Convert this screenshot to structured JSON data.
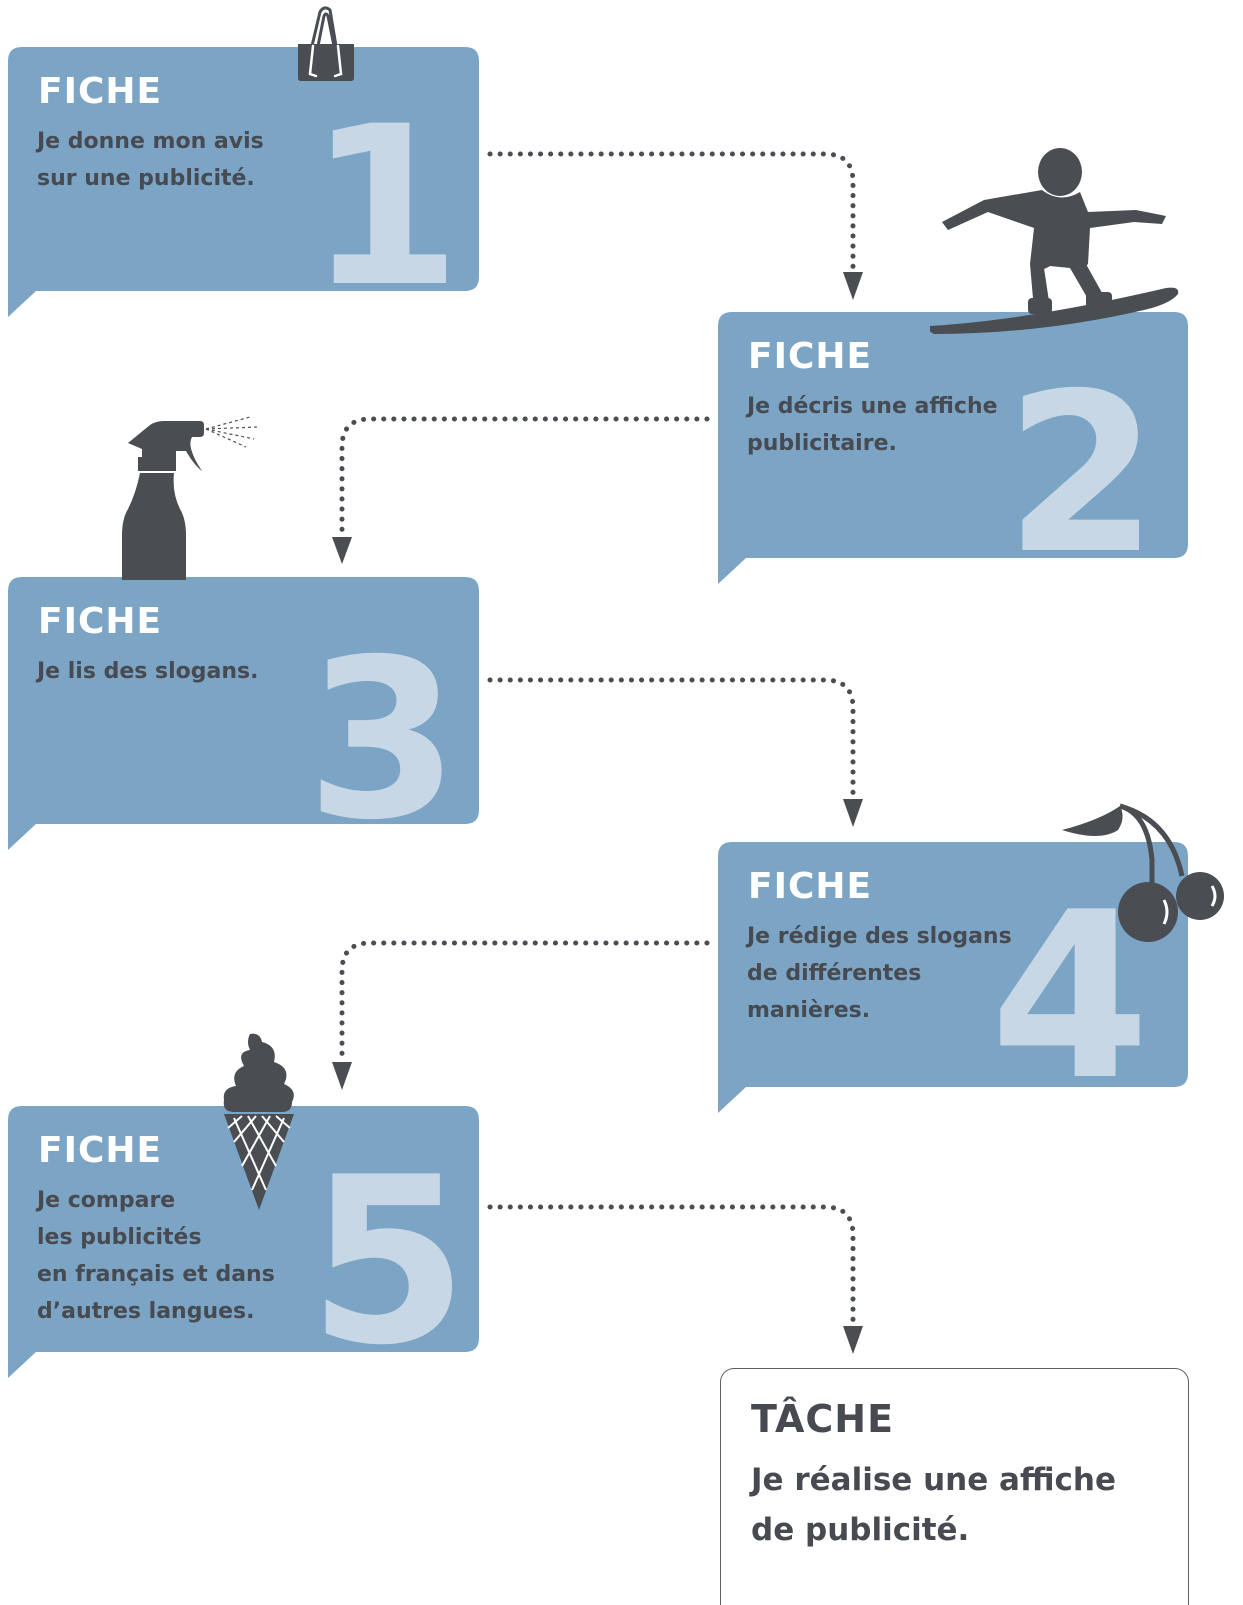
{
  "cards": [
    {
      "title": "FICHE",
      "number": "1",
      "text": "Je donne mon avis\nsur une publicité."
    },
    {
      "title": "FICHE",
      "number": "2",
      "text": "Je décris une affiche\npublicitaire."
    },
    {
      "title": "FICHE",
      "number": "3",
      "text": "Je lis des slogans."
    },
    {
      "title": "FICHE",
      "number": "4",
      "text": "Je rédige des slogans\nde différentes\nmanières."
    },
    {
      "title": "FICHE",
      "number": "5",
      "text": "Je compare\nles publicités\nen français et dans\nd’autres langues."
    }
  ],
  "task": {
    "title": "TÂCHE",
    "text": "Je réalise une affiche\nde publicité."
  },
  "colors": {
    "card_fill": "#7ba4c5",
    "number_fill": "#c8d7e6",
    "icon_fill": "#4a4d52",
    "text_dark": "#474b51",
    "connector": "#4a4d52"
  },
  "icons": [
    "binder-clip-icon",
    "snowboarder-icon",
    "spray-bottle-icon",
    "cherries-icon",
    "ice-cream-cone-icon"
  ]
}
